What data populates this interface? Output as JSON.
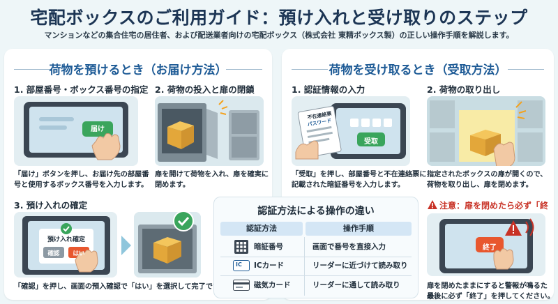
{
  "header": {
    "title": "宅配ボックスのご利用ガイド：預け入れと受け取りのステップ",
    "subtitle": "マンションなどの集合住宅の居住者、および配送業者向けの宅配ボックス（株式会社 東精ボックス製）の正しい操作手順を解説します。"
  },
  "deposit": {
    "title": "荷物を預けるとき（お届け方法）",
    "step1": {
      "title": "1. 部屋番号・ボックス番号の指定",
      "screen_button": "届け",
      "desc_line1": "「届け」ボタンを押し、お届け先の部屋番",
      "desc_line2": "号と使用するボックス番号を入力します。"
    },
    "step2": {
      "title": "2. 荷物の投入と扉の閉鎖",
      "desc_line1": "扉を開けて荷物を入れ、扉を確実に",
      "desc_line2": "閉めます。"
    },
    "step3": {
      "title": "3. 預け入れの確定",
      "dialog_title": "預け入れ確定",
      "confirm_label": "確認",
      "yes_label": "はい",
      "desc": "「確認」を押し、画面の預入確認で「はい」を選択して完了です。"
    }
  },
  "receive": {
    "title": "荷物を受け取るとき（受取方法）",
    "step1": {
      "title": "1. 認証情報の入力",
      "slip_title": "不在連絡票",
      "slip_field": "パスワード",
      "screen_button": "受取",
      "desc_line1": "「受取」を押し、部屋番号と不在連絡票に",
      "desc_line2": "記載された暗証番号を入力します。"
    },
    "step2": {
      "title": "2. 荷物の取り出し",
      "desc_line1": "指定されたボックスの扉が開くので、",
      "desc_line2": "荷物を取り出し、扉を閉めます。"
    },
    "warning": {
      "title": "注意：扉を閉めたら必ず「終了」",
      "screen_button": "終了",
      "desc_line1": "扉を閉めたままにすると警報が鳴るため、",
      "desc_line2": "最後に必ず「終了」を押してください。"
    }
  },
  "auth_table": {
    "title": "認証方法による操作の違い",
    "headers": [
      "認証方法",
      "操作手順"
    ],
    "rows": [
      {
        "method": "暗証番号",
        "procedure": "画面で番号を直接入力",
        "icon": "keypad-icon"
      },
      {
        "method": "ICカード",
        "procedure": "リーダーに近づけて読み取り",
        "icon": "ic-card-icon",
        "icon_text": "IC"
      },
      {
        "method": "磁気カード",
        "procedure": "リーダーに通して読み取り",
        "icon": "magnetic-card-icon"
      }
    ]
  },
  "colors": {
    "accent_blue": "#1e5b96",
    "button_green": "#3aa55c",
    "warn_red": "#c83226",
    "yes_orange": "#e8572e"
  }
}
